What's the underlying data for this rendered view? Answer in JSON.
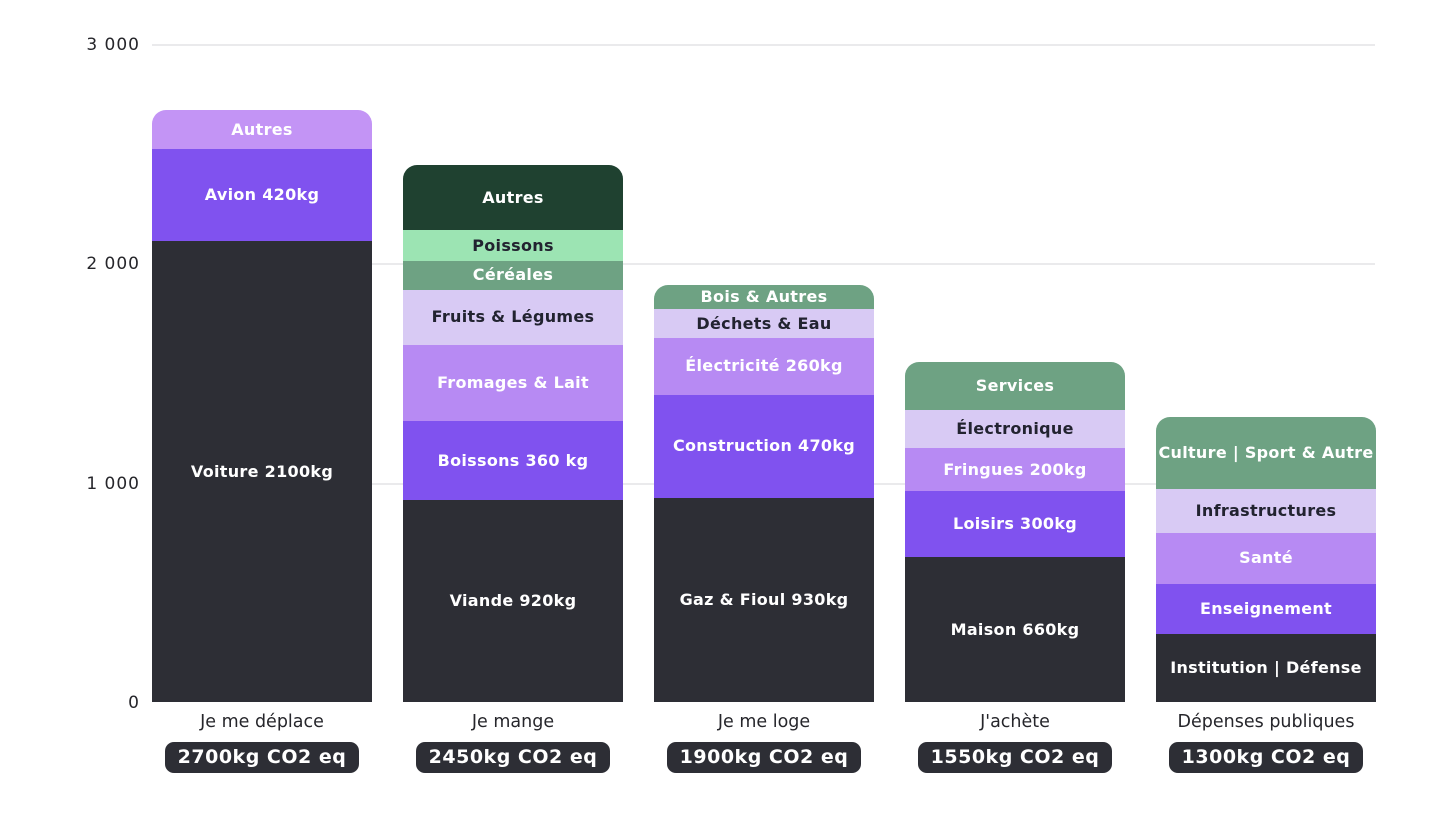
{
  "page": {
    "background": "#ffffff"
  },
  "chart_data": {
    "type": "bar",
    "stacked": true,
    "title": "",
    "unit": "kg CO2 eq",
    "ymax": 3000,
    "ylim": [
      0,
      3000
    ],
    "grid": "horizontal",
    "legend": "none",
    "yticks": [
      {
        "value": 0,
        "label": "0",
        "gridline": false
      },
      {
        "value": 1000,
        "label": "1 000",
        "gridline": true
      },
      {
        "value": 2000,
        "label": "2 000",
        "gridline": true
      },
      {
        "value": 3000,
        "label": "3 000",
        "gridline": true
      }
    ],
    "palette": {
      "charcoal": "#2d2e35",
      "purple": "#8052ef",
      "lightPurple": "#b78af3",
      "paleViolet": "#c394f5",
      "lavender": "#d8caf4",
      "green": "#6ea283",
      "lightGreen": "#9ce4b3",
      "darkGreen": "#1f4130",
      "gridline": "#eaeaec",
      "axisText": "#26262b",
      "badgeBg": "#2d2e35",
      "lightText": "#ffffff",
      "darkText": "#222330"
    },
    "categories": [
      "Je me déplace",
      "Je mange",
      "Je me loge",
      "J'achète",
      "Dépenses publiques"
    ],
    "totals": [
      2700,
      2450,
      1900,
      1550,
      1300
    ],
    "bars": [
      {
        "category": "Je me déplace",
        "total": 2700,
        "total_label": "2700kg CO2 eq",
        "segments": [
          {
            "label": "Voiture 2100kg",
            "value": 2100,
            "color": "charcoal",
            "text": "light"
          },
          {
            "label": "Avion 420kg",
            "value": 420,
            "color": "purple",
            "text": "light"
          },
          {
            "label": "Autres",
            "value": 180,
            "color": "paleViolet",
            "text": "light"
          }
        ]
      },
      {
        "category": "Je mange",
        "total": 2450,
        "total_label": "2450kg CO2 eq",
        "segments": [
          {
            "label": "Viande 920kg",
            "value": 920,
            "color": "charcoal",
            "text": "light"
          },
          {
            "label": "Boissons 360 kg",
            "value": 360,
            "color": "purple",
            "text": "light"
          },
          {
            "label": "Fromages & Lait",
            "value": 350,
            "color": "lightPurple",
            "text": "light"
          },
          {
            "label": "Fruits & Légumes",
            "value": 250,
            "color": "lavender",
            "text": "dark"
          },
          {
            "label": "Céréales",
            "value": 130,
            "color": "green",
            "text": "light"
          },
          {
            "label": "Poissons",
            "value": 140,
            "color": "lightGreen",
            "text": "dark"
          },
          {
            "label": "Autres",
            "value": 300,
            "color": "darkGreen",
            "text": "light"
          }
        ]
      },
      {
        "category": "Je me loge",
        "total": 1900,
        "total_label": "1900kg CO2 eq",
        "segments": [
          {
            "label": "Gaz & Fioul 930kg",
            "value": 930,
            "color": "charcoal",
            "text": "light"
          },
          {
            "label": "Construction 470kg",
            "value": 470,
            "color": "purple",
            "text": "light"
          },
          {
            "label": "Électricité 260kg",
            "value": 260,
            "color": "lightPurple",
            "text": "light"
          },
          {
            "label": "Déchets & Eau",
            "value": 130,
            "color": "lavender",
            "text": "dark"
          },
          {
            "label": "Bois & Autres",
            "value": 110,
            "color": "green",
            "text": "light"
          }
        ]
      },
      {
        "category": "J'achète",
        "total": 1550,
        "total_label": "1550kg CO2 eq",
        "segments": [
          {
            "label": "Maison 660kg",
            "value": 660,
            "color": "charcoal",
            "text": "light"
          },
          {
            "label": "Loisirs 300kg",
            "value": 300,
            "color": "purple",
            "text": "light"
          },
          {
            "label": "Fringues 200kg",
            "value": 200,
            "color": "lightPurple",
            "text": "light"
          },
          {
            "label": "Électronique",
            "value": 170,
            "color": "lavender",
            "text": "dark"
          },
          {
            "label": "Services",
            "value": 220,
            "color": "green",
            "text": "light"
          }
        ]
      },
      {
        "category": "Dépenses publiques",
        "total": 1300,
        "total_label": "1300kg CO2 eq",
        "segments": [
          {
            "label": "Institution | Défense",
            "value": 310,
            "color": "charcoal",
            "text": "light"
          },
          {
            "label": "Enseignement",
            "value": 230,
            "color": "purple",
            "text": "light"
          },
          {
            "label": "Santé",
            "value": 230,
            "color": "lightPurple",
            "text": "light"
          },
          {
            "label": "Infrastructures",
            "value": 200,
            "color": "lavender",
            "text": "dark"
          },
          {
            "label": "Culture | Sport & Autre",
            "value": 330,
            "color": "green",
            "text": "light"
          }
        ]
      }
    ]
  }
}
